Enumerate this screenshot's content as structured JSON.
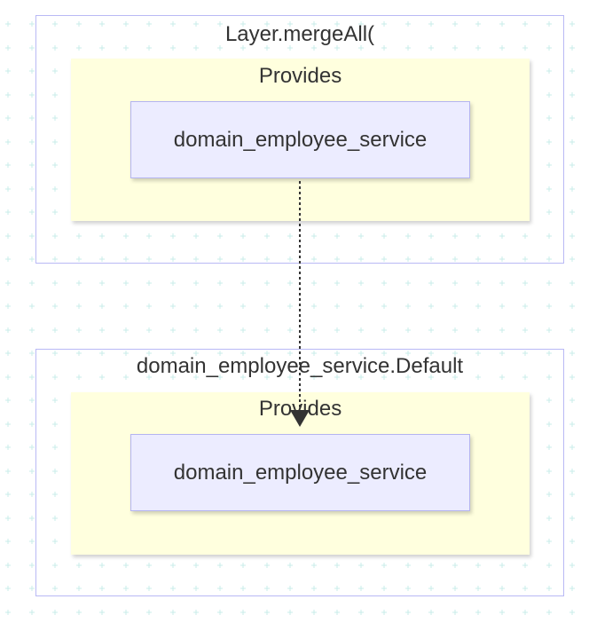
{
  "diagram": {
    "top_group": {
      "label": "Layer.mergeAll(",
      "inner_label": "Provides",
      "node_label": "domain_employee_service"
    },
    "bottom_group": {
      "label": "domain_employee_service.Default",
      "inner_label": "Provides",
      "node_label": "domain_employee_service"
    },
    "edge": {
      "style": "dotted",
      "arrowhead": "filled-triangle",
      "from": "top_group.node",
      "to": "bottom_group.inner"
    }
  },
  "colors": {
    "background": "#ffffff",
    "grid_marks": "#c8ecea",
    "outer_border": "#b9b9f5",
    "inner_fill": "#ffffde",
    "node_fill": "#ececff",
    "node_border": "#b4b4f0",
    "text": "#333333",
    "edge": "#333333"
  }
}
